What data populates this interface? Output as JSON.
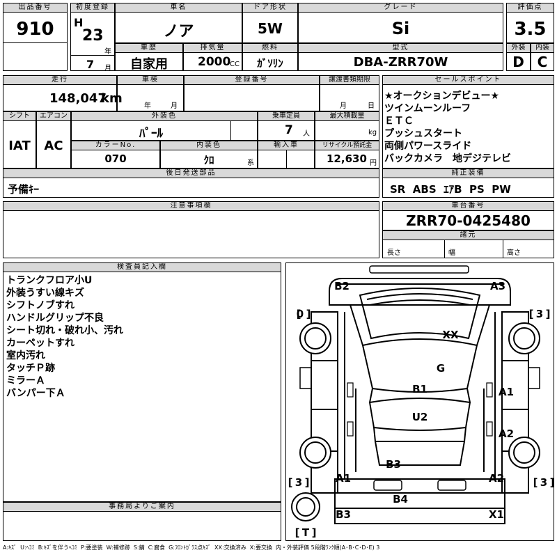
{
  "top": {
    "lot_no": {
      "label": "出品番号",
      "value": "910"
    },
    "first_reg": {
      "label": "初度登録",
      "era": "H",
      "year": "23",
      "year_unit": "年",
      "month": "7",
      "month_unit": "月"
    },
    "car_name": {
      "label": "車名",
      "value": "ノア"
    },
    "door": {
      "label": "ドア形状",
      "value": "5W"
    },
    "grade": {
      "label": "グレード",
      "value": "Si"
    },
    "score": {
      "label": "評価点",
      "value": "3.5"
    },
    "history": {
      "label": "車歴",
      "value": "自家用"
    },
    "displacement": {
      "label": "排気量",
      "value": "2000",
      "unit": "CC"
    },
    "fuel": {
      "label": "燃料",
      "value": "ｶﾞｿﾘﾝ"
    },
    "model": {
      "label": "型式",
      "value": "DBA-ZRR70W"
    },
    "exterior": {
      "label": "外装",
      "value": "D"
    },
    "interior": {
      "label": "内装",
      "value": "C"
    }
  },
  "row2": {
    "mileage": {
      "label": "走行",
      "value": "148,047",
      "unit": "km"
    },
    "inspection": {
      "label": "車検",
      "year_unit": "年",
      "month_unit": "月"
    },
    "reg_no": {
      "label": "登録番号"
    },
    "transfer": {
      "label": "譲渡書類期限",
      "month_unit": "月",
      "day_unit": "日"
    },
    "shift": {
      "label": "シフト",
      "value": "IAT"
    },
    "aircon": {
      "label": "エアコン",
      "value": "AC"
    },
    "color": {
      "label": "外装色",
      "value": "ﾊﾟｰﾙ"
    },
    "capacity": {
      "label": "乗車定員",
      "value": "7",
      "unit": "人"
    },
    "payload": {
      "label": "最大積載量",
      "unit": "kg"
    },
    "color_no": {
      "label": "カラーNo.",
      "value": "070"
    },
    "int_color": {
      "label": "内装色",
      "value": "ｸﾛ",
      "unit": "系"
    },
    "import": {
      "label": "輸入車"
    },
    "recycle": {
      "label": "リサイクル預託金",
      "value": "12,630",
      "unit": "円"
    },
    "later_parts": {
      "label": "後日発送部品",
      "value": "予備ｷｰ"
    }
  },
  "sales_point": {
    "label": "セールスポイント",
    "items": [
      "★オークションデビュー★",
      "ツインムーンルーフ",
      "ＥＴＣ",
      "プッシュスタート",
      "両側パワースライド",
      "バックカメラ　地デジテレビ"
    ]
  },
  "genuine": {
    "label": "純正装備",
    "value": "SR  ABS  ｴｱB  PS  PW"
  },
  "notes": {
    "label": "注意事項欄"
  },
  "chassis": {
    "label": "車台番号",
    "value": "ZRR70-0425480"
  },
  "specs": {
    "label": "諸元",
    "length": "長さ",
    "width": "幅",
    "height": "高さ"
  },
  "inspector": {
    "label": "検査員記入欄",
    "items": [
      "トランクフロア小U",
      "外装うすい線キズ",
      "シフトノブすれ",
      "ハンドルグリップ不良",
      "シート切れ・破れ小、汚れ",
      "カーペットすれ",
      "室内汚れ",
      "タッチＰ跡",
      "ミラーＡ",
      "バンパー下Ａ"
    ]
  },
  "office": {
    "label": "事務局よりご案内"
  },
  "diagram": {
    "marks": {
      "b2": "B2",
      "a3": "A3",
      "xx": "XX",
      "g": "G",
      "b1": "B1",
      "a1r": "A1",
      "u2": "U2",
      "a2r": "A2",
      "b3m": "B3",
      "a1l": "A1",
      "a2l": "A2",
      "b4": "B4",
      "b3b": "B3",
      "x1": "X1"
    },
    "tires": {
      "fl": "0",
      "fr": "3",
      "rl": "3",
      "rr": "3",
      "spare": "T"
    }
  },
  "legend": "A:ｷｽﾞ  U:ﾍｺﾐ  B:ｷｽﾞを伴うﾍｺﾐ  P:要塗装  W:補修跡  S:錆  C:腐食  G:ﾌﾛﾝﾄｶﾞﾗｽ点ｷｽﾞ  XX:交換済み  X:要交換  内・外装評価 5段階ﾗﾝｸ順(A･B･C･D･E) 3"
}
